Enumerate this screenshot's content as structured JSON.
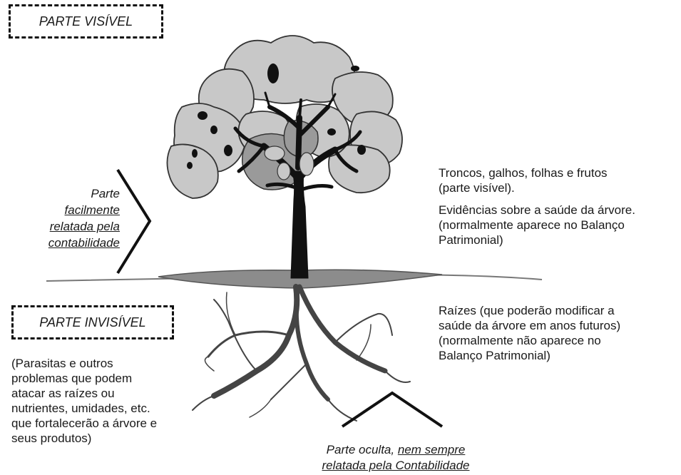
{
  "labels": {
    "visible_box": "PARTE VISÍVEL",
    "invisible_box": "PARTE INVISÍVEL"
  },
  "left_top": {
    "line1": "Parte",
    "line2": "facilmente",
    "line3": "relatada pela",
    "line4": "contabilidade"
  },
  "right_top": {
    "para1_line1": "Troncos, galhos, folhas e frutos",
    "para1_line2": "(parte visível).",
    "para2_line1": "Evidências sobre a saúde da árvore.",
    "para2_line2": "(normalmente aparece no Balanço",
    "para2_line3": "Patrimonial)"
  },
  "right_bottom": {
    "line1": "Raízes (que poderão modificar a",
    "line2": "saúde da árvore em anos futuros)",
    "line3": "(normalmente não aparece no",
    "line4": "Balanço Patrimonial)"
  },
  "left_bottom": {
    "line1": "(Parasitas e outros",
    "line2": "problemas que podem",
    "line3": "atacar as raízes ou",
    "line4": "nutrientes, umidades, etc.",
    "line5": "que fortalecerão a árvore e",
    "line6": "seus produtos)"
  },
  "bottom": {
    "line1_part1": "Parte oculta, ",
    "line1_part2": "nem sempre",
    "line2": "relatada pela Contabilidade"
  },
  "colors": {
    "foliage": "#c8c8c8",
    "foliage_inner": "#9a9a9a",
    "trunk": "#111111",
    "ground": "#8c8c8c",
    "roots": "#555555"
  }
}
